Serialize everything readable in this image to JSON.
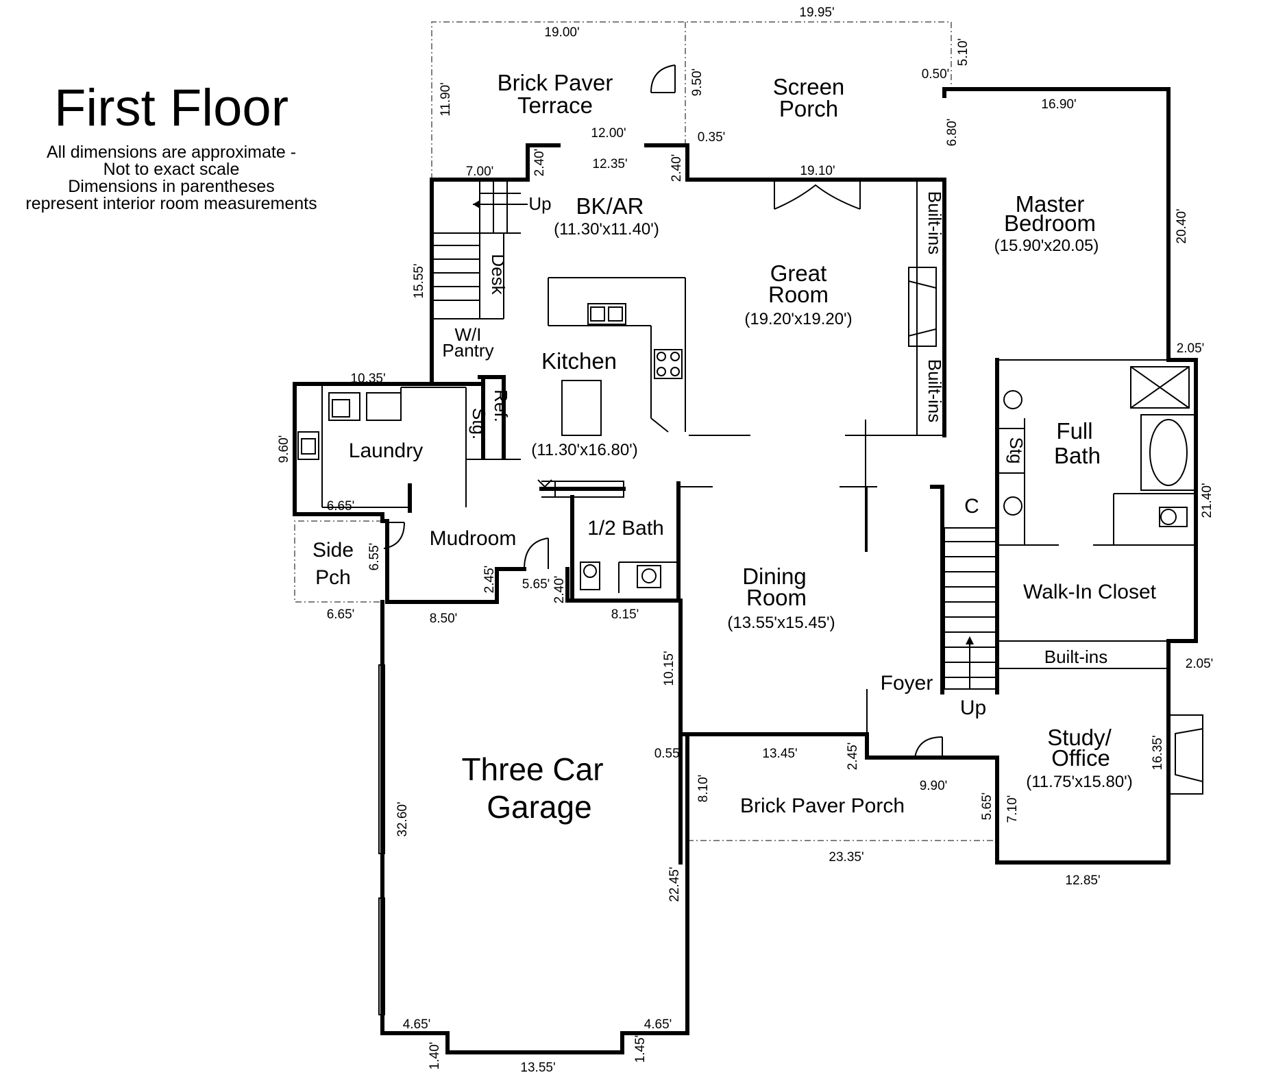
{
  "header": {
    "title": "First Floor",
    "notes": [
      "All dimensions are approximate -",
      "Not to exact scale",
      "Dimensions in parentheses",
      "represent interior room measurements"
    ]
  },
  "rooms": {
    "terrace": [
      "Brick Paver",
      "Terrace"
    ],
    "screen_porch": [
      "Screen",
      "Porch"
    ],
    "bkar": "BK/AR",
    "bkar_size": "(11.30'x11.40')",
    "great_room": [
      "Great",
      "Room"
    ],
    "great_room_size": "(19.20'x19.20')",
    "master": [
      "Master",
      "Bedroom"
    ],
    "master_size": "(15.90'x20.05)",
    "kitchen": "Kitchen",
    "kitchen_size": "(11.30'x16.80')",
    "pantry": [
      "W/I",
      "Pantry"
    ],
    "desk": "Desk",
    "ref": "Ref.",
    "stg": "Stg.",
    "laundry": "Laundry",
    "full_bath": [
      "Full",
      "Bath"
    ],
    "bath_stg": "Stg",
    "closet_c": "C",
    "mudroom": "Mudroom",
    "side_porch": [
      "Side",
      "Pch"
    ],
    "half_bath": "1/2 Bath",
    "walk_in_closet": "Walk-In Closet",
    "built_ins": "Built-ins",
    "dining": [
      "Dining",
      "Room"
    ],
    "dining_size": "(13.55'x15.45')",
    "foyer": "Foyer",
    "up": "Up",
    "garage": [
      "Three Car",
      "Garage"
    ],
    "study": [
      "Study/",
      "Office"
    ],
    "study_size": "(11.75'x15.80')",
    "brick_porch": "Brick Paver Porch"
  },
  "dims": {
    "d1995": "19.95'",
    "d1900": "19.00'",
    "d510": "5.10'",
    "d050": "0.50'",
    "d1190": "11.90'",
    "d950": "9.50'",
    "d1690": "16.90'",
    "d1200": "12.00'",
    "d035": "0.35'",
    "d680": "6.80'",
    "d240a": "2.40'",
    "d1235": "12.35'",
    "d240b": "2.40'",
    "d700": "7.00'",
    "d1910": "19.10'",
    "d2040": "20.40'",
    "d1555": "15.55'",
    "d205a": "2.05'",
    "d1035": "10.35'",
    "d960": "9.60'",
    "d665a": "6.65'",
    "d2140": "21.40'",
    "d655": "6.55'",
    "d245a": "2.45'",
    "d565a": "5.65'",
    "d240c": "2.40'",
    "d665b": "6.65'",
    "d850": "8.50'",
    "d815": "8.15'",
    "d205b": "2.05'",
    "d1015": "10.15'",
    "d055": "0.55'",
    "d1345": "13.45'",
    "d245b": "2.45'",
    "d1635": "16.35'",
    "d990": "9.90'",
    "d810": "8.10'",
    "d3260": "32.60'",
    "d565b": "5.65'",
    "d710": "7.10'",
    "d2335": "23.35'",
    "d1285": "12.85'",
    "d2245": "22.45'",
    "d465a": "4.65'",
    "d465b": "4.65'",
    "d140": "1.40'",
    "d145": "1.45'",
    "d1355": "13.55'"
  }
}
